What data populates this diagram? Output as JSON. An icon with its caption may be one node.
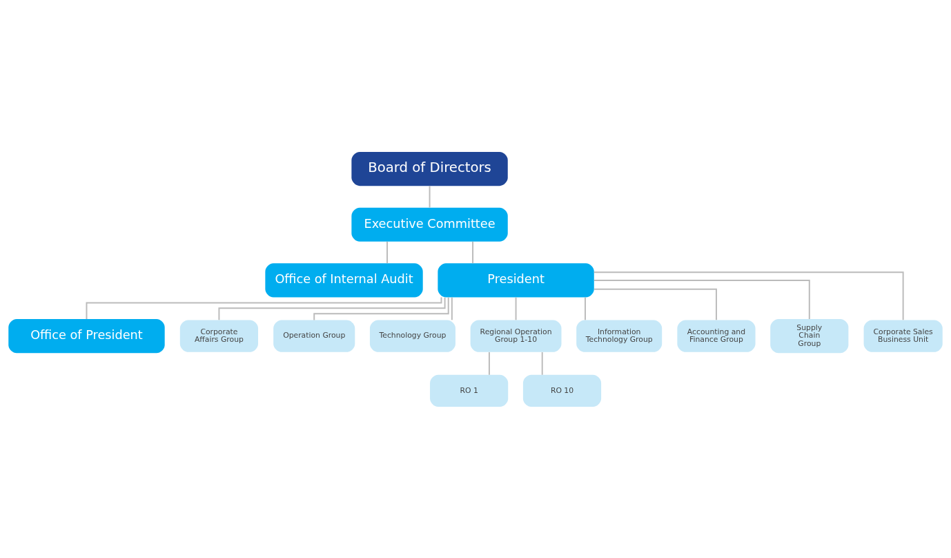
{
  "diagram": {
    "nodes": [
      {
        "text": [
          "Board of Directors"
        ]
      },
      {
        "text": [
          "Executive Committee"
        ]
      },
      {
        "text": [
          "Office of Internal Audit"
        ]
      },
      {
        "text": [
          "President"
        ]
      },
      {
        "text": [
          "Office of President"
        ]
      },
      {
        "text": [
          "Corporate Affairs Group"
        ]
      },
      {
        "text": [
          "Operation Group"
        ]
      },
      {
        "text": [
          "Technology Group"
        ]
      },
      {
        "text": [
          "Regional Operation Group 1-10"
        ]
      },
      {
        "text": [
          "Information Technology Group"
        ]
      },
      {
        "text": [
          "Accounting and Finance Group"
        ]
      },
      {
        "text": [
          "Supply Chain Group"
        ]
      },
      {
        "text": [
          "RO 1"
        ]
      },
      {
        "text": [
          "RO 10"
        ]
      },
      {
        "text": [
          "Corporate Sales Business Unit"
        ]
      }
    ],
    "edges": [
      {
        "from": 0,
        "to": 1,
        "arrow": "none"
      },
      {
        "from": 1,
        "to": 3,
        "arrow": "none"
      },
      {
        "from": 1,
        "to": 2,
        "arrow": "none"
      },
      {
        "from": 3,
        "to": 4,
        "arrow": "none"
      },
      {
        "from": 3,
        "to": 5,
        "arrow": "none"
      },
      {
        "from": 3,
        "to": 6,
        "arrow": "none"
      },
      {
        "from": 3,
        "to": 7,
        "arrow": "none"
      },
      {
        "from": 3,
        "to": 8,
        "arrow": "none"
      },
      {
        "from": 3,
        "to": 9,
        "arrow": "none"
      },
      {
        "from": 3,
        "to": 10,
        "arrow": "none"
      },
      {
        "from": 3,
        "to": 14,
        "arrow": "none"
      },
      {
        "from": 3,
        "to": 11,
        "arrow": "none"
      },
      {
        "from": 8,
        "to": 12,
        "arrow": "none"
      },
      {
        "from": 8,
        "to": 13,
        "arrow": "none"
      }
    ]
  }
}
